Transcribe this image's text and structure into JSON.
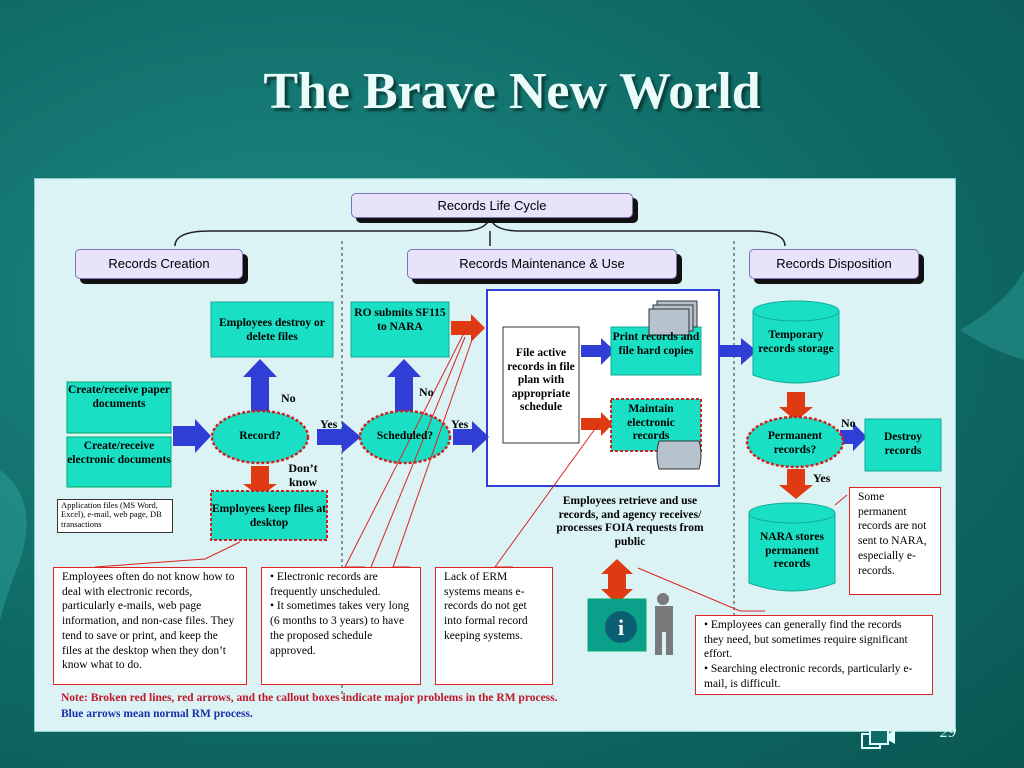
{
  "slide": {
    "title": "The Brave New World",
    "number": "29"
  },
  "lifecycle": {
    "top": "Records Life Cycle",
    "creation": "Records Creation",
    "maintenance": "Records Maintenance & Use",
    "disposition": "Records Disposition"
  },
  "nodes": {
    "paper": "Create/receive paper documents",
    "electronic": "Create/receive electronic documents",
    "app_files": "Application files (MS Word, Excel), e-mail, web page, DB transactions",
    "record_q": "Record?",
    "destroy_files": "Employees destroy or delete files",
    "keep_desktop": "Employees keep files at desktop",
    "ro_submits": "RO submits SF115 to NARA",
    "scheduled_q": "Scheduled?",
    "file_plan": "File active records in file plan with appropriate schedule",
    "print_records": "Print records and file hard copies",
    "maintain_electronic": "Maintain electronic records",
    "retrieve": "Employees retrieve and use records, and agency receives/ processes FOIA requests from public",
    "temp_storage": "Temporary records storage",
    "permanent_q": "Permanent records?",
    "destroy_records": "Destroy records",
    "nara_stores": "NARA stores permanent records"
  },
  "edge_labels": {
    "no1": "No",
    "yes1": "Yes",
    "dont_know": "Don’t know",
    "no2": "No",
    "yes2": "Yes",
    "no3": "No",
    "yes3": "Yes"
  },
  "callouts": {
    "desktop": "Employees often do not know how to deal with electronic records, particularly e-mails, web page information, and non-case files.  They tend to save or print, and keep the files at the desktop when they don’t know what to do.",
    "unscheduled": "• Electronic records are frequently unscheduled.\n• It sometimes takes very long (6 months to 3 years) to have the proposed schedule approved.",
    "erm": "Lack of ERM systems means e-records do not get into formal record keeping systems.",
    "find": "• Employees can generally find the records they need, but sometimes require significant effort.\n• Searching electronic records, particularly e-mail, is difficult.",
    "not_sent": "Some permanent records are not sent to NARA, especially e-records."
  },
  "notes": {
    "red": "Note: Broken red lines, red arrows, and the callout boxes indicate major problems in the RM process.",
    "blue": "Blue arrows mean normal RM process."
  },
  "colors": {
    "node_fill": "#19e0c4",
    "blue_arrow": "#2f3fd6",
    "red_arrow": "#e03a12",
    "callout_border": "#dd2222",
    "background": "#0f6b66"
  },
  "icons": {
    "info": "info-kiosk-icon",
    "person": "person-icon",
    "documents": "stacked-documents-icon",
    "disk": "disk-storage-icon",
    "nav": "slide-nav-icon"
  }
}
